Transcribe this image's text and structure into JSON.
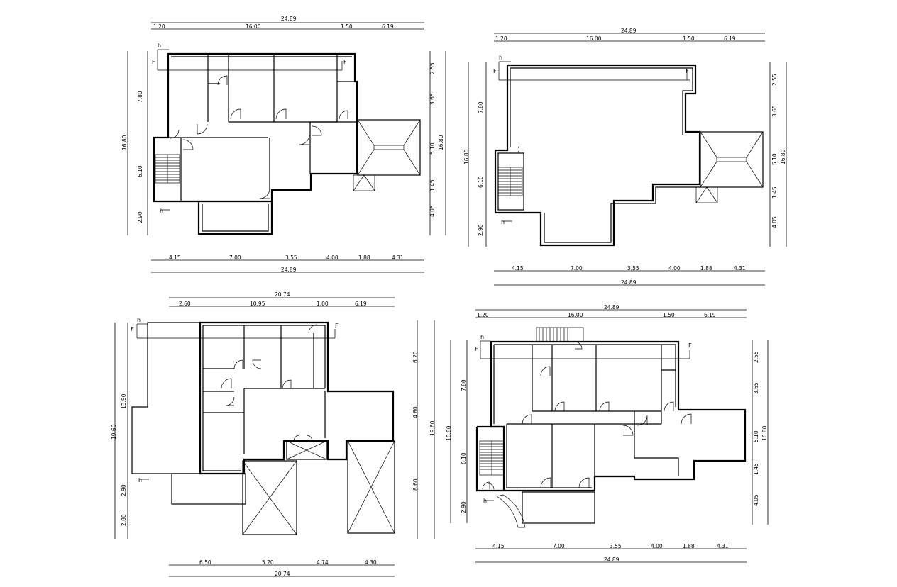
{
  "plan1": {
    "top_total": "24.89",
    "top_1": "1.20",
    "top_2": "16.00",
    "top_3": "1.50",
    "top_4": "6.19",
    "bot_1": "4.15",
    "bot_2": "7.00",
    "bot_3": "3.55",
    "bot_4": "4.00",
    "bot_5": "1.88",
    "bot_6": "4.31",
    "bot_total": "24.89",
    "left_total": "16.80",
    "left_1": "7.80",
    "left_2": "6.10",
    "left_3": "2.90",
    "right_1": "2.55",
    "right_2": "3.65",
    "right_3": "5.10",
    "right_4": "1.45",
    "right_5": "4.05",
    "right_total": "16.80",
    "sec_h": "h",
    "sec_f": "F"
  },
  "plan2": {
    "top_total": "24.89",
    "top_1": "1.20",
    "top_2": "16.00",
    "top_3": "1.50",
    "top_4": "6.19",
    "bot_1": "4.15",
    "bot_2": "7.00",
    "bot_3": "3.55",
    "bot_4": "4.00",
    "bot_5": "1.88",
    "bot_6": "4.31",
    "bot_total": "24.89",
    "left_total": "16.80",
    "left_1": "7.80",
    "left_2": "6.10",
    "left_3": "2.90",
    "right_1": "2.55",
    "right_2": "3.65",
    "right_3": "5.10",
    "right_4": "1.45",
    "right_5": "4.05",
    "right_total": "16.80",
    "sec_h": "h",
    "sec_f": "F"
  },
  "plan3": {
    "top_total": "20.74",
    "top_1": "2.60",
    "top_2": "10.95",
    "top_3": "1.00",
    "top_4": "6.19",
    "bot_1": "6.50",
    "bot_2": "5.20",
    "bot_3": "4.74",
    "bot_4": "4.30",
    "bot_total": "20.74",
    "left_total": "19.60",
    "left_1": "13.90",
    "left_2": "2.90",
    "left_3": "2.80",
    "right_1": "6.20",
    "right_2": "4.80",
    "right_3": "8.60",
    "right_total": "19.60",
    "sec_h": "h",
    "sec_f": "F"
  },
  "plan4": {
    "top_total": "24.89",
    "top_1": "1.20",
    "top_2": "16.00",
    "top_3": "1.50",
    "top_4": "6.19",
    "bot_1": "4.15",
    "bot_2": "7.00",
    "bot_3": "3.55",
    "bot_4": "4.00",
    "bot_5": "1.88",
    "bot_6": "4.31",
    "bot_total": "24.89",
    "left_total": "16.80",
    "left_1": "7.80",
    "left_2": "6.10",
    "left_3": "2.90",
    "right_1": "2.55",
    "right_2": "3.65",
    "right_3": "5.10",
    "right_4": "1.45",
    "right_5": "4.05",
    "right_total": "16.80",
    "sec_h": "h",
    "sec_f": "F"
  }
}
